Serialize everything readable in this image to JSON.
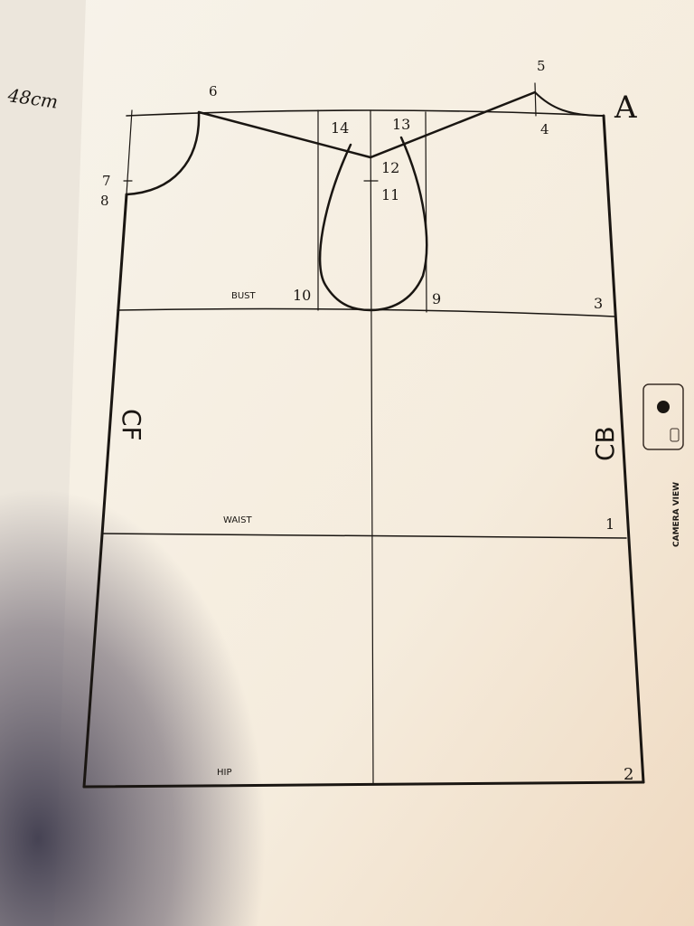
{
  "handwritten_note": "48cm",
  "corner_label": "A",
  "points": {
    "p1": "1",
    "p2": "2",
    "p3": "3",
    "p4": "4",
    "p5": "5",
    "p6": "6",
    "p7": "7",
    "p8": "8",
    "p9": "9",
    "p10": "10",
    "p11": "11",
    "p12": "12",
    "p13": "13",
    "p14": "14"
  },
  "lines": {
    "bust": "BUST",
    "waist": "WAIST",
    "hip": "HIP"
  },
  "edges": {
    "front": "CF",
    "back": "CB"
  },
  "side_tab": {
    "label": "CAMERA VIEW",
    "icon": "camera-icon"
  },
  "colors": {
    "ink": "#1a1612",
    "paper": "#f6efe3",
    "shadow": "#4a4658"
  }
}
